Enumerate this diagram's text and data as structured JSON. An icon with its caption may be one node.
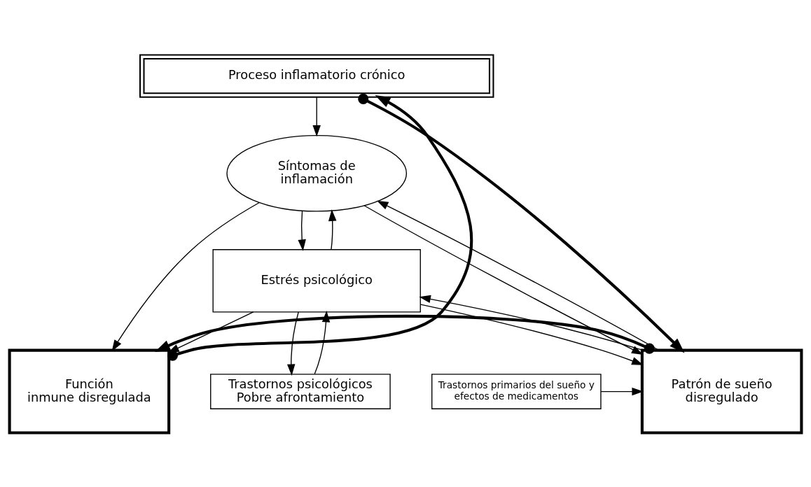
{
  "diagram": {
    "nodes": [
      {
        "text": [
          "Proceso inflamatorio crónico"
        ]
      },
      {
        "text": [
          "Síntomas de inflamación"
        ]
      },
      {
        "text": [
          "Estrés psicológico"
        ]
      },
      {
        "text": [
          "Trastornos psicológicos Pobre afrontamiento"
        ]
      },
      {
        "text": [
          "Trastornos primarios del sueño y efectos de medicamentos"
        ]
      },
      {
        "text": [
          "Patrón de sueño disregulado"
        ]
      },
      {
        "text": [
          "Función inmune disregulada"
        ]
      }
    ],
    "edges": [
      {
        "from": 0,
        "to": 1,
        "arrow": "to"
      },
      {
        "from": 2,
        "to": 1,
        "arrow": "to"
      },
      {
        "from": 1,
        "to": 2,
        "arrow": "to"
      },
      {
        "from": 3,
        "to": 2,
        "arrow": "to"
      },
      {
        "from": 2,
        "to": 3,
        "arrow": "to"
      },
      {
        "from": 5,
        "to": 1,
        "arrow": "to"
      },
      {
        "from": 1,
        "to": 5,
        "arrow": "to"
      },
      {
        "from": 5,
        "to": 2,
        "arrow": "to"
      },
      {
        "from": 2,
        "to": 5,
        "arrow": "to"
      },
      {
        "from": 1,
        "to": 6,
        "arrow": "to"
      },
      {
        "from": 2,
        "to": 6,
        "arrow": "to"
      },
      {
        "from": 4,
        "to": 5,
        "arrow": "to"
      },
      {
        "from": 0,
        "to": 5,
        "arrow": "to",
        "style": "thick"
      },
      {
        "from": 6,
        "to": 0,
        "arrow": "to",
        "style": "thick"
      },
      {
        "from": 5,
        "to": 6,
        "arrow": "to",
        "style": "thick"
      }
    ]
  }
}
